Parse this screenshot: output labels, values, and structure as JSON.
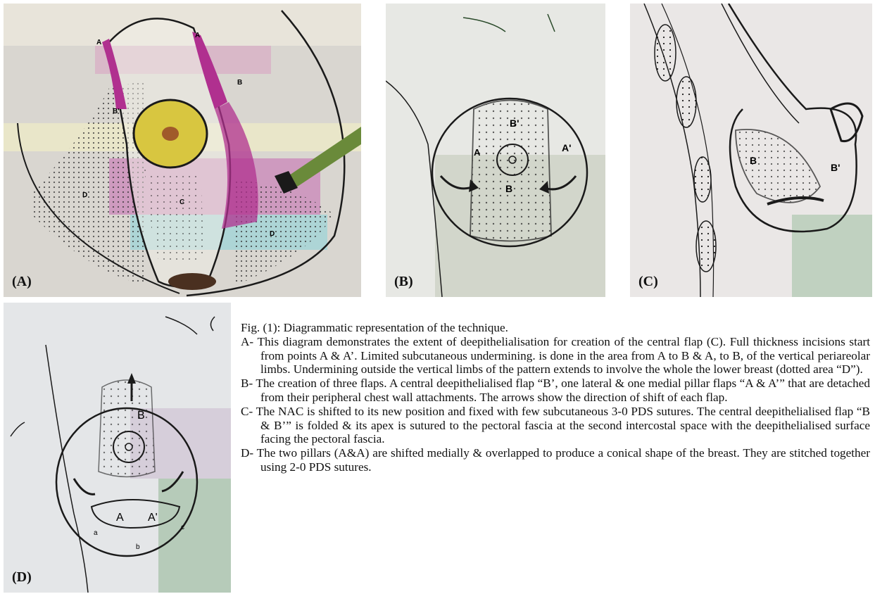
{
  "panels": [
    {
      "label": "(A)",
      "markers": [
        "A",
        "A",
        "B",
        "B'",
        "C",
        "D",
        "D"
      ]
    },
    {
      "label": "(B)",
      "markers": [
        "B'",
        "A",
        "A'",
        "B"
      ]
    },
    {
      "label": "(C)",
      "markers": [
        "B",
        "B'"
      ]
    },
    {
      "label": "(D)",
      "markers": [
        "B",
        "A",
        "A'",
        "a",
        "b",
        "c"
      ]
    }
  ],
  "caption": {
    "title": "Fig. (1): Diagrammatic representation of the technique.",
    "items": [
      "A- This diagram demonstrates the extent of deepithelialisation for creation of the central flap (C). Full thickness incisions start from points A & A’. Limited subcutaneous undermining. is done in the area from A to B & A, to B, of the vertical periareolar limbs. Undermining outside the vertical limbs of the pattern extends to involve the whole the lower breast (dotted area “D”).",
      "B- The creation of three flaps. A central deepithelialised flap “B’, one lateral & one medial pillar flaps “A & A’” that are detached from their peripheral chest wall attachments. The arrows show the direction of shift of each flap.",
      "C- The NAC is shifted to its new position and fixed with few subcutaneous 3-0 PDS sutures. The central deepithelialised flap “B & B’” is folded & its apex is sutured to the pectoral fascia at the second intercostal space with the deepithelialised surface facing the pectoral fascia.",
      "D- The two pillars (A&A) are shifted medially & overlapped to produce a conical shape of the breast. They are stitched together using 2-0 PDS sutures."
    ]
  },
  "colors": {
    "magenta": "#b0308f",
    "teal": "#22a3b5",
    "yellow": "#d8c640",
    "green_instrument": "#6a8a3a",
    "ink": "#1a1a1a"
  }
}
